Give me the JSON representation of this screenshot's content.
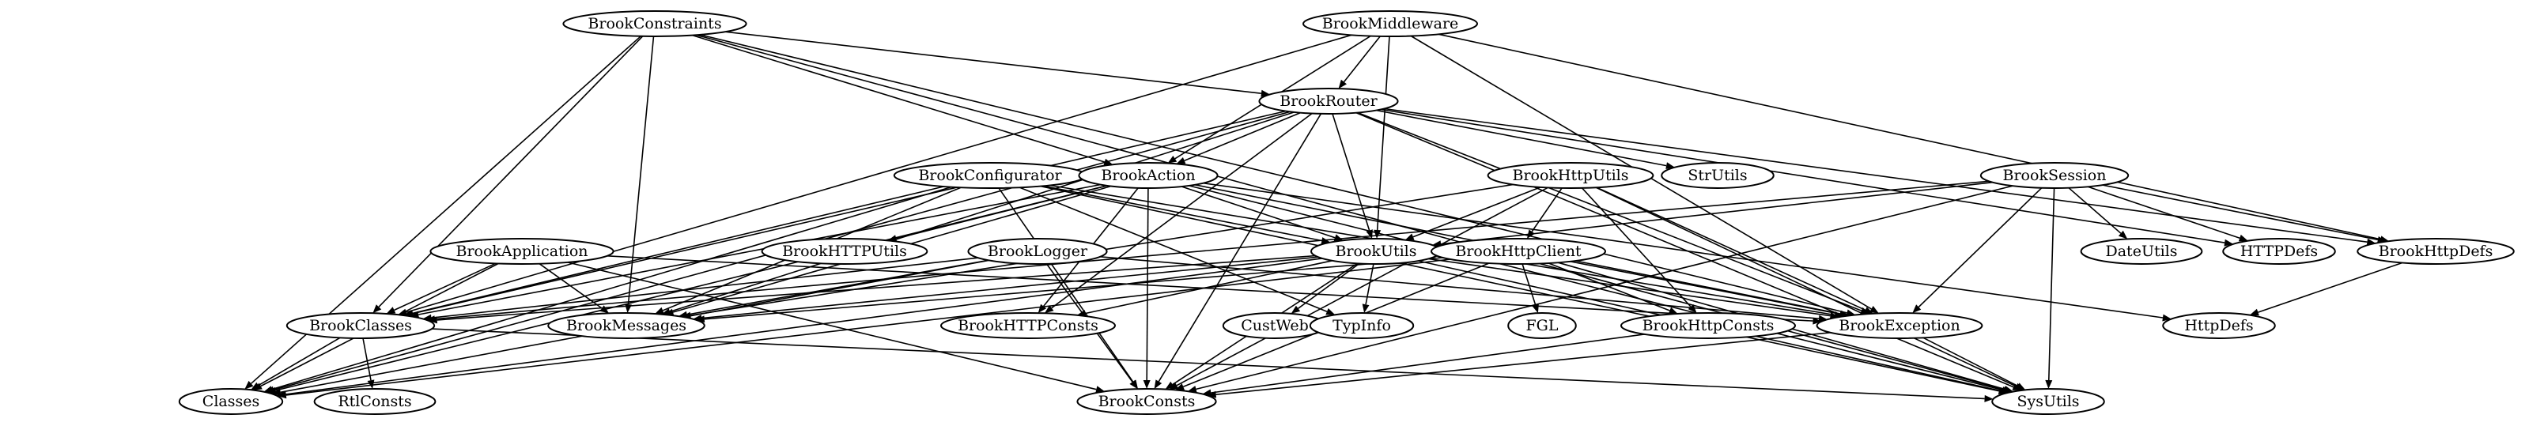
{
  "diagram": {
    "type": "directed-graph",
    "nodes": [
      {
        "id": "BrookConstraints",
        "label": "BrookConstraints"
      },
      {
        "id": "BrookMiddleware",
        "label": "BrookMiddleware"
      },
      {
        "id": "BrookRouter",
        "label": "BrookRouter"
      },
      {
        "id": "BrookConfigurator",
        "label": "BrookConfigurator"
      },
      {
        "id": "BrookAction",
        "label": "BrookAction"
      },
      {
        "id": "BrookHttpUtils",
        "label": "BrookHttpUtils"
      },
      {
        "id": "StrUtils",
        "label": "StrUtils"
      },
      {
        "id": "BrookSession",
        "label": "BrookSession"
      },
      {
        "id": "BrookApplication",
        "label": "BrookApplication"
      },
      {
        "id": "BrookLogger",
        "label": "BrookLogger"
      },
      {
        "id": "BrookHTTPUtils2",
        "label": "BrookHTTPUtils"
      },
      {
        "id": "BrookUtils",
        "label": "BrookUtils"
      },
      {
        "id": "BrookHttpClient",
        "label": "BrookHttpClient"
      },
      {
        "id": "DateUtils",
        "label": "DateUtils"
      },
      {
        "id": "HTTPDefs",
        "label": "HTTPDefs"
      },
      {
        "id": "BrookHttpDefs",
        "label": "BrookHttpDefs"
      },
      {
        "id": "BrookClasses",
        "label": "BrookClasses"
      },
      {
        "id": "BrookMessages",
        "label": "BrookMessages"
      },
      {
        "id": "BrookHTTPConsts",
        "label": "BrookHTTPConsts"
      },
      {
        "id": "CustWeb",
        "label": "CustWeb"
      },
      {
        "id": "TypInfo",
        "label": "TypInfo"
      },
      {
        "id": "FGL",
        "label": "FGL"
      },
      {
        "id": "BrookHttpConsts",
        "label": "BrookHttpConsts"
      },
      {
        "id": "BrookException",
        "label": "BrookException"
      },
      {
        "id": "HttpDefs",
        "label": "HttpDefs"
      },
      {
        "id": "Classes",
        "label": "Classes"
      },
      {
        "id": "RtlConsts",
        "label": "RtlConsts"
      },
      {
        "id": "BrookConsts",
        "label": "BrookConsts"
      },
      {
        "id": "SysUtils",
        "label": "SysUtils"
      }
    ],
    "edges": [
      [
        "BrookConstraints",
        "Classes"
      ],
      [
        "BrookConstraints",
        "BrookClasses"
      ],
      [
        "BrookConstraints",
        "BrookMessages"
      ],
      [
        "BrookConstraints",
        "BrookAction"
      ],
      [
        "BrookConstraints",
        "BrookRouter"
      ],
      [
        "BrookConstraints",
        "BrookException"
      ],
      [
        "BrookConstraints",
        "SysUtils"
      ],
      [
        "BrookMiddleware",
        "BrookClasses"
      ],
      [
        "BrookMiddleware",
        "BrookRouter"
      ],
      [
        "BrookMiddleware",
        "BrookAction"
      ],
      [
        "BrookMiddleware",
        "BrookUtils"
      ],
      [
        "BrookMiddleware",
        "BrookHttpDefs"
      ],
      [
        "BrookMiddleware",
        "BrookException"
      ],
      [
        "BrookRouter",
        "Classes"
      ],
      [
        "BrookRouter",
        "BrookClasses"
      ],
      [
        "BrookRouter",
        "BrookMessages"
      ],
      [
        "BrookRouter",
        "BrookAction"
      ],
      [
        "BrookRouter",
        "BrookUtils"
      ],
      [
        "BrookRouter",
        "StrUtils"
      ],
      [
        "BrookRouter",
        "BrookHTTPConsts"
      ],
      [
        "BrookRouter",
        "BrookException"
      ],
      [
        "BrookRouter",
        "HTTPDefs"
      ],
      [
        "BrookRouter",
        "BrookHttpDefs"
      ],
      [
        "BrookRouter",
        "SysUtils"
      ],
      [
        "BrookRouter",
        "BrookConsts"
      ],
      [
        "BrookConfigurator",
        "Classes"
      ],
      [
        "BrookConfigurator",
        "BrookClasses"
      ],
      [
        "BrookConfigurator",
        "BrookMessages"
      ],
      [
        "BrookConfigurator",
        "BrookUtils"
      ],
      [
        "BrookConfigurator",
        "BrookException"
      ],
      [
        "BrookConfigurator",
        "BrookConsts"
      ],
      [
        "BrookConfigurator",
        "SysUtils"
      ],
      [
        "BrookConfigurator",
        "TypInfo"
      ],
      [
        "BrookAction",
        "Classes"
      ],
      [
        "BrookAction",
        "BrookClasses"
      ],
      [
        "BrookAction",
        "BrookMessages"
      ],
      [
        "BrookAction",
        "BrookHTTPUtils2"
      ],
      [
        "BrookAction",
        "BrookUtils"
      ],
      [
        "BrookAction",
        "BrookHTTPConsts"
      ],
      [
        "BrookAction",
        "BrookException"
      ],
      [
        "BrookAction",
        "BrookConsts"
      ],
      [
        "BrookAction",
        "HttpDefs"
      ],
      [
        "BrookAction",
        "SysUtils"
      ],
      [
        "BrookHttpUtils",
        "BrookMessages"
      ],
      [
        "BrookHttpUtils",
        "BrookUtils"
      ],
      [
        "BrookHttpUtils",
        "BrookHttpClient"
      ],
      [
        "BrookHttpUtils",
        "BrookHttpConsts"
      ],
      [
        "BrookHttpUtils",
        "BrookException"
      ],
      [
        "BrookHttpUtils",
        "BrookConsts"
      ],
      [
        "BrookHttpUtils",
        "SysUtils"
      ],
      [
        "BrookSession",
        "BrookClasses"
      ],
      [
        "BrookSession",
        "BrookUtils"
      ],
      [
        "BrookSession",
        "DateUtils"
      ],
      [
        "BrookSession",
        "HTTPDefs"
      ],
      [
        "BrookSession",
        "BrookHttpDefs"
      ],
      [
        "BrookSession",
        "BrookException"
      ],
      [
        "BrookSession",
        "BrookConsts"
      ],
      [
        "BrookSession",
        "SysUtils"
      ],
      [
        "BrookApplication",
        "Classes"
      ],
      [
        "BrookApplication",
        "BrookClasses"
      ],
      [
        "BrookApplication",
        "BrookMessages"
      ],
      [
        "BrookApplication",
        "BrookException"
      ],
      [
        "BrookApplication",
        "BrookConsts"
      ],
      [
        "BrookLogger",
        "Classes"
      ],
      [
        "BrookLogger",
        "BrookClasses"
      ],
      [
        "BrookLogger",
        "BrookMessages"
      ],
      [
        "BrookLogger",
        "BrookException"
      ],
      [
        "BrookLogger",
        "BrookConsts"
      ],
      [
        "BrookUtils",
        "Classes"
      ],
      [
        "BrookUtils",
        "BrookClasses"
      ],
      [
        "BrookUtils",
        "BrookMessages"
      ],
      [
        "BrookUtils",
        "BrookHTTPConsts"
      ],
      [
        "BrookUtils",
        "CustWeb"
      ],
      [
        "BrookUtils",
        "TypInfo"
      ],
      [
        "BrookUtils",
        "BrookException"
      ],
      [
        "BrookUtils",
        "BrookConsts"
      ],
      [
        "BrookUtils",
        "SysUtils"
      ],
      [
        "BrookHttpClient",
        "Classes"
      ],
      [
        "BrookHttpClient",
        "BrookMessages"
      ],
      [
        "BrookHttpClient",
        "FGL"
      ],
      [
        "BrookHttpClient",
        "BrookHttpConsts"
      ],
      [
        "BrookHttpClient",
        "BrookException"
      ],
      [
        "BrookHttpClient",
        "BrookConsts"
      ],
      [
        "BrookHttpClient",
        "SysUtils"
      ],
      [
        "BrookHttpDefs",
        "HttpDefs"
      ],
      [
        "BrookClasses",
        "Classes"
      ],
      [
        "BrookClasses",
        "RtlConsts"
      ],
      [
        "BrookClasses",
        "SysUtils"
      ],
      [
        "BrookHttpConsts",
        "BrookConsts"
      ],
      [
        "BrookException",
        "BrookConsts"
      ],
      [
        "BrookException",
        "SysUtils"
      ]
    ]
  }
}
